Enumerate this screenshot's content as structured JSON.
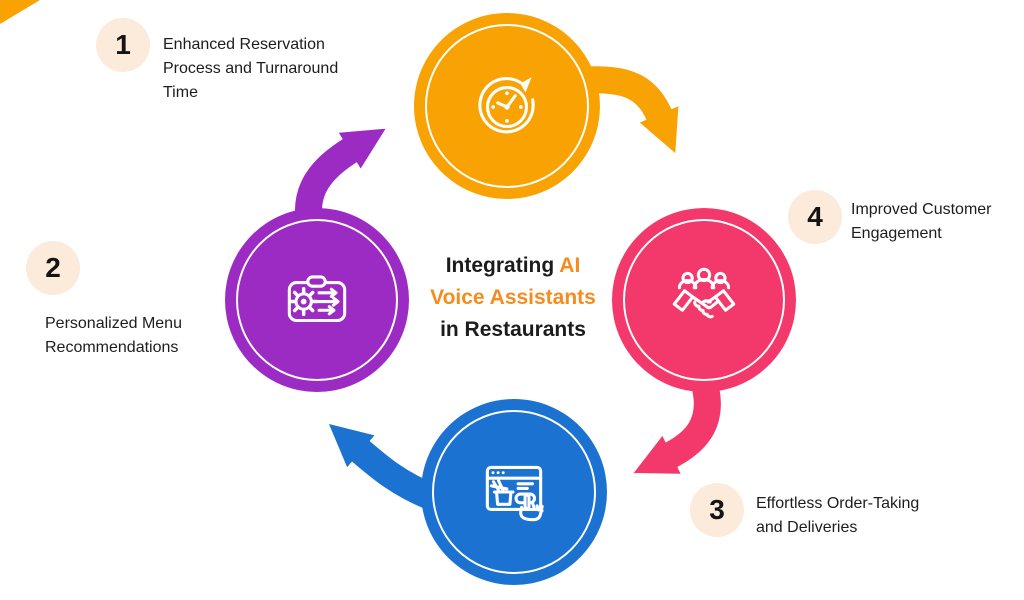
{
  "title": {
    "line1_black": "Integrating",
    "line1_orange": "AI",
    "line2_orange": "Voice Assistants",
    "line3_black": "in Restaurants"
  },
  "steps": [
    {
      "number": "1",
      "lines": [
        "Enhanced Reservation",
        "Process and Turnaround",
        "Time"
      ],
      "icon": "clock-turnaround-icon",
      "color": "#F8A303"
    },
    {
      "number": "2",
      "lines": [
        "Personalized Menu",
        "Recommendations"
      ],
      "icon": "menu-settings-icon",
      "color": "#9C2BC4"
    },
    {
      "number": "3",
      "lines": [
        "Effortless Order-Taking",
        "and Deliveries"
      ],
      "icon": "online-order-icon",
      "color": "#1B72D0"
    },
    {
      "number": "4",
      "lines": [
        "Improved Customer",
        "Engagement"
      ],
      "icon": "handshake-icon",
      "color": "#F3386B"
    }
  ],
  "colors": {
    "orange": "#F8A303",
    "purple": "#9C2BC4",
    "pink": "#F3386B",
    "blue": "#1B72D0",
    "badge_background": "#FCEADB",
    "title_accent": "#F68B1E",
    "text": "#1D1D1D",
    "background": "#FFFFFF"
  }
}
